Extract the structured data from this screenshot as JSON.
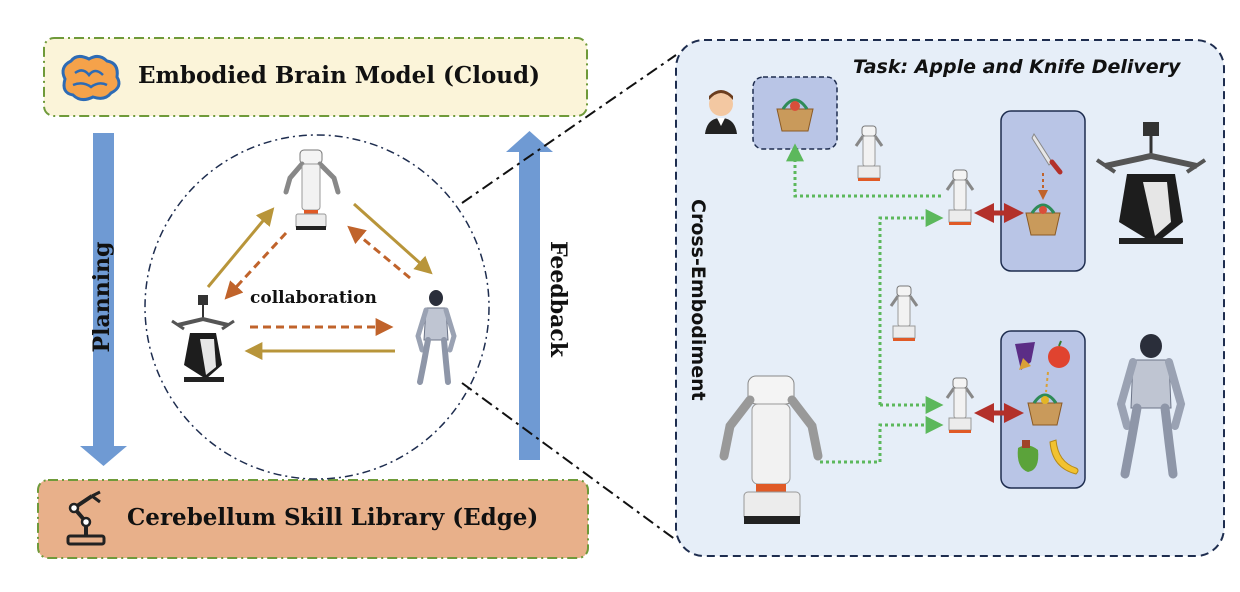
{
  "brain_box": {
    "label": "Embodied Brain Model (Cloud)",
    "icon": "brain-icon",
    "bg": "#fbf4d9",
    "border": "#6f9a3a"
  },
  "skill_box": {
    "label": "Cerebellum Skill Library (Edge)",
    "icon": "robot-arm-icon",
    "bg": "#e8b08a",
    "border": "#6f9a3a"
  },
  "arrows": {
    "planning_label": "Planning",
    "feedback_label": "Feedback",
    "color": "#6f9ad3"
  },
  "circle": {
    "center_label": "collaboration"
  },
  "panel": {
    "task_title": "Task: Apple and Knife Delivery",
    "side_label": "Cross-Embodiment",
    "bg": "#e6eef8",
    "border": "#1e2d4f"
  },
  "colors": {
    "solid_arrow": "#b8953a",
    "dashed_arrow": "#c0632b",
    "green_dotted": "#5cb85c",
    "double_arrow": "#b3302a",
    "inner_box": "#b9c5e6"
  }
}
